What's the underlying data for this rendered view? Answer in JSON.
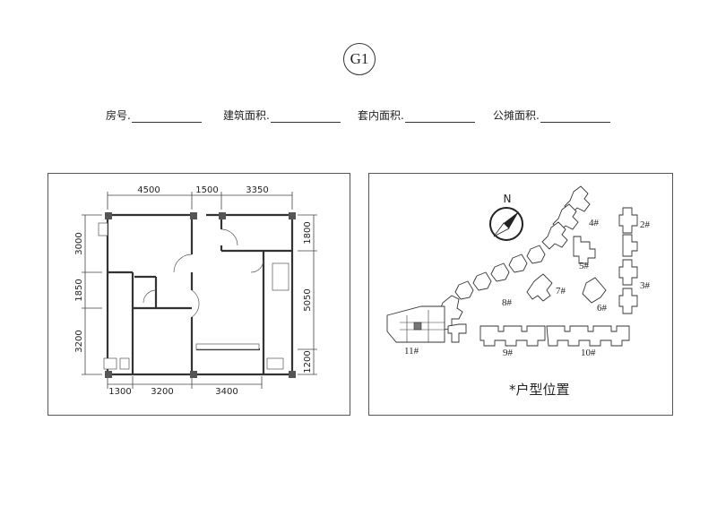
{
  "header": {
    "unit_code": "G1",
    "fields": [
      {
        "label": "房号."
      },
      {
        "label": "建筑面积."
      },
      {
        "label": "套内面积."
      },
      {
        "label": "公摊面积."
      }
    ]
  },
  "floor_plan": {
    "dims_top": [
      "4500",
      "1500",
      "3350"
    ],
    "dims_bottom": [
      "1300",
      "3200",
      "3400"
    ],
    "dims_left": [
      "3000",
      "1850",
      "3200"
    ],
    "dims_right": [
      "1800",
      "5050",
      "1200"
    ]
  },
  "site_plan": {
    "north_label": "N",
    "caption": "*户型位置",
    "buildings": [
      "2#",
      "3#",
      "4#",
      "5#",
      "6#",
      "7#",
      "8#",
      "9#",
      "10#",
      "11#"
    ]
  }
}
